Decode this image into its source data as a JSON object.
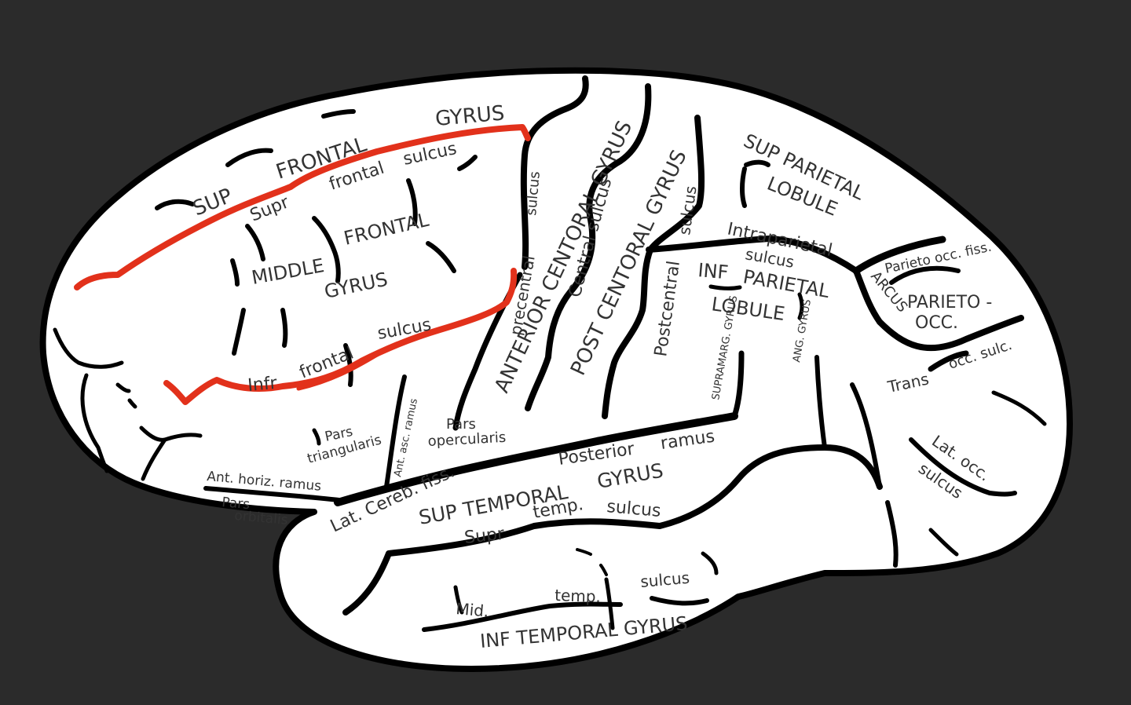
{
  "colors": {
    "background": "#2b2b2b",
    "brain_fill": "#ffffff",
    "outline": "#000000",
    "highlight": "#e2311b",
    "label": "#333333"
  },
  "labels": {
    "sup_frontal_gyrus_gyrus": "GYRUS",
    "sup_frontal_gyrus_frontal": "FRONTAL",
    "sup_frontal_gyrus_sup": "SUP",
    "supr_frontal_sulcus_sulcus": "sulcus",
    "supr_frontal_sulcus_frontal": "frontal",
    "supr_frontal_sulcus_supr": "Supr",
    "middle_frontal_gyrus_middle": "MIDDLE",
    "middle_frontal_gyrus_frontal": "FRONTAL",
    "middle_frontal_gyrus_gyrus": "GYRUS",
    "infr_frontal_sulcus_infr": "Infr",
    "infr_frontal_sulcus_frontal": "frontal",
    "infr_frontal_sulcus_sulcus": "sulcus",
    "precentral_sulcus_sulcus": "sulcus",
    "precentral_sulcus_precentral": "precentral",
    "anterior_centoral_gyrus": "ANTERIOR CENTORAL GYRUS",
    "central_sulcus": "Central sulcus",
    "post_centoral_gyrus": "POST CENTORAL GYRUS",
    "postcentral_sulcus_sulcus": "sulcus",
    "postcentral_sulcus_postcentral": "Postcentral",
    "sup_parietal_lobule_sup": "SUP PARIETAL",
    "sup_parietal_lobule_lobule": "LOBULE",
    "intraparietal_sulcus_intraparietal": "Intraparietal",
    "intraparietal_sulcus_sulcus": "sulcus",
    "inf_parietal_lobule_inf": "INF",
    "inf_parietal_lobule_parietal": "PARIETAL",
    "inf_parietal_lobule_lobule": "LOBULE",
    "supramarg_gyrus": "SUPRAMARG. GYRUS",
    "ang_gyrus": "ANG. GYRUS",
    "parieto_occ_fiss": "Parieto occ. fiss.",
    "arcus": "ARCUS",
    "parieto_occ_parieto": "PARIETO -",
    "parieto_occ_occ": "OCC.",
    "trans_occ_sulc_trans": "Trans",
    "trans_occ_sulc_occ": "occ. sulc.",
    "lat_occ_sulcus_lat": "Lat. occ.",
    "lat_occ_sulcus_sulcus": "sulcus",
    "pars_triangularis_pars": "Pars",
    "pars_triangularis_triangularis": "triangularis",
    "ant_asc_ramus": "Ant. asc. ramus",
    "pars_opercularis_pars": "Pars",
    "pars_opercularis_opercularis": "opercularis",
    "ant_horiz_ramus": "Ant. horiz. ramus",
    "pars_orbitalis_pars": "Pars",
    "pars_orbitalis_orbitalis": "orbitalis",
    "posterior_ramus_posterior": "Posterior",
    "posterior_ramus_ramus": "ramus",
    "lat_cereb_fiss": "Lat. Cereb. fiss.",
    "sup_temporal_gyrus_sup": "SUP TEMPORAL",
    "sup_temporal_gyrus_gyrus": "GYRUS",
    "supr_temp_sulcus_supr": "Supr",
    "supr_temp_sulcus_temp": "temp.",
    "supr_temp_sulcus_sulcus": "sulcus",
    "mid_temp_sulcus_mid": "Mid.",
    "mid_temp_sulcus_temp": "temp.",
    "mid_temp_sulcus_sulcus": "sulcus",
    "inf_temporal_gyrus": "INF TEMPORAL GYRUS"
  }
}
